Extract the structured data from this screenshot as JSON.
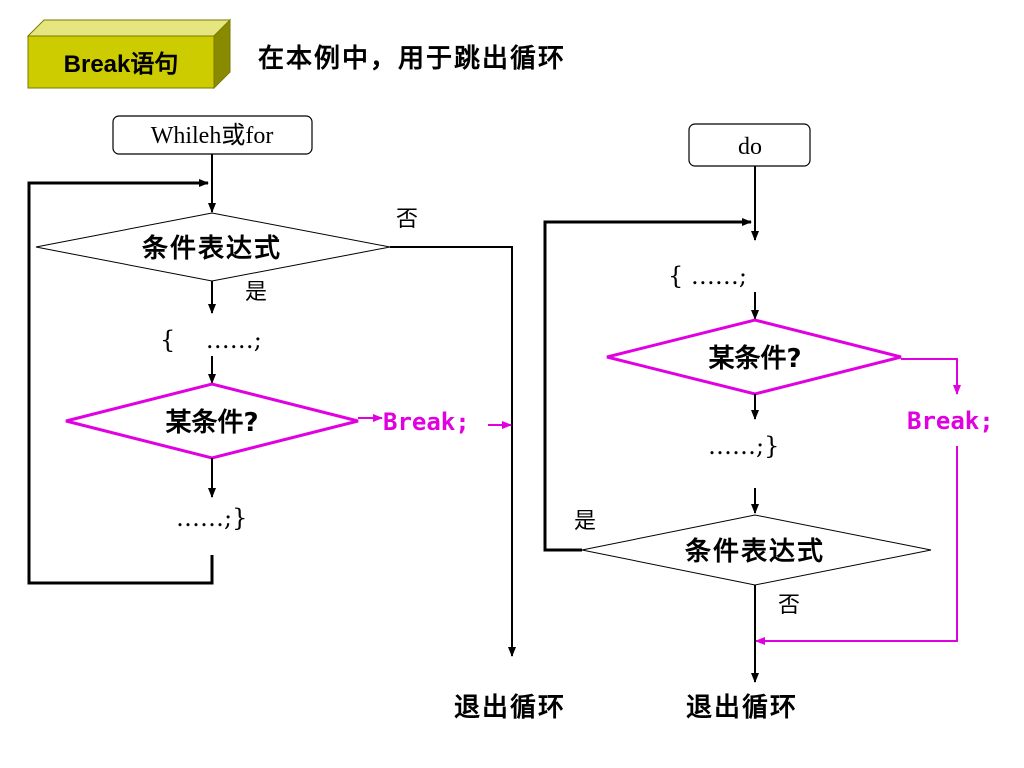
{
  "header": {
    "badge_label": "Break语句",
    "title": "在本例中，用于跳出循环"
  },
  "left_flow": {
    "start_label": "Whileh或for",
    "condition_label": "条件表达式",
    "no_label": "否",
    "yes_label": "是",
    "body_label": "{    ……;",
    "check_label": "某条件?",
    "break_label": "Break;",
    "tail_label": "……;}",
    "exit_label": "退出循环"
  },
  "right_flow": {
    "start_label": "do",
    "body_label": "{ ……;",
    "check_label": "某条件?",
    "break_label": "Break;",
    "tail_label": "……;}",
    "yes_label": "是",
    "condition_label": "条件表达式",
    "no_label": "否",
    "exit_label": "退出循环"
  },
  "colors": {
    "badge_front": "#cccc00",
    "badge_top": "#e6e680",
    "badge_side": "#8a8a00",
    "highlight": "#e000e0",
    "line": "#000000"
  }
}
